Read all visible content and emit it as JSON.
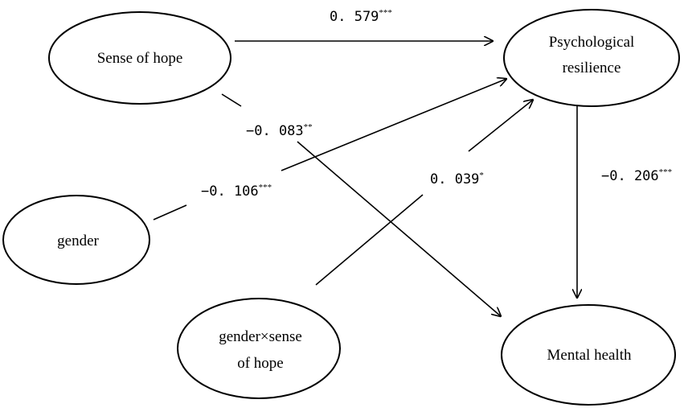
{
  "nodes": {
    "sense_of_hope": {
      "lines": [
        "Sense of hope"
      ]
    },
    "gender": {
      "lines": [
        "gender"
      ]
    },
    "interaction": {
      "lines": [
        "gender×sense",
        "of hope"
      ]
    },
    "resilience": {
      "lines": [
        "Psychological",
        "resilience"
      ]
    },
    "mental_health": {
      "lines": [
        "Mental health"
      ]
    }
  },
  "paths": {
    "hope_to_resilience": {
      "coef": "0. 579",
      "sig": "***"
    },
    "hope_to_mental": {
      "coef": "−0. 083",
      "sig": "**"
    },
    "gender_to_resilience": {
      "coef": "−0. 106",
      "sig": "***"
    },
    "interaction_to_resilience": {
      "coef": "0. 039",
      "sig": "*"
    },
    "resilience_to_mental": {
      "coef": "−0. 206",
      "sig": "***"
    }
  }
}
